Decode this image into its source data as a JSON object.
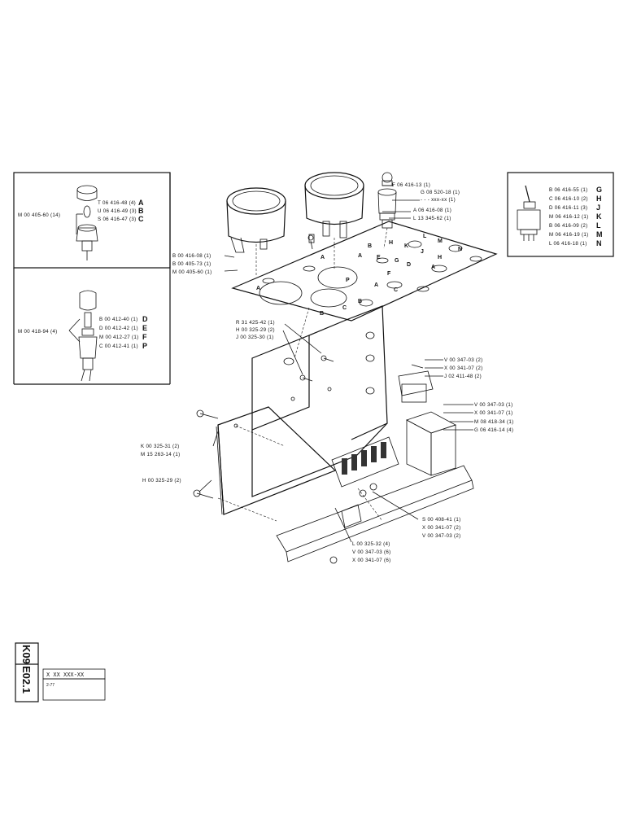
{
  "sheet": {
    "code1": "K09",
    "code2": "E02.1"
  },
  "title_block": {
    "part_number": "X XX XXX-XX",
    "small_note": "2-77"
  },
  "box_top_left": {
    "main": "M 00 405-60 (14)",
    "items": [
      {
        "code": "T 06 416-48 (4)",
        "letter": "A"
      },
      {
        "code": "U 06 416-49 (3)",
        "letter": "B"
      },
      {
        "code": "S 06 416-47 (3)",
        "letter": "C"
      }
    ]
  },
  "box_mid_left": {
    "main": "M 00 418-94 (4)",
    "items": [
      {
        "code": "B 00 412-40 (1)",
        "letter": "D"
      },
      {
        "code": "D 00 412-42 (1)",
        "letter": "E"
      },
      {
        "code": "M 00 412-27 (1)",
        "letter": "F"
      },
      {
        "code": "C 00 412-41 (1)",
        "letter": "P"
      }
    ]
  },
  "box_right": {
    "items": [
      {
        "code": "B 06 416-55 (1)",
        "letter": "G"
      },
      {
        "code": "C 06 416-10 (2)",
        "letter": "H"
      },
      {
        "code": "D 06 416-11 (3)",
        "letter": "J"
      },
      {
        "code": "M 06 416-12 (1)",
        "letter": "K"
      },
      {
        "code": "B 06 416-09 (2)",
        "letter": "L"
      },
      {
        "code": "M 06 416-19 (1)",
        "letter": "M"
      },
      {
        "code": "L 06 416-18 (1)",
        "letter": "N"
      }
    ]
  },
  "callouts": {
    "top_right": [
      "F 06 416-13 (1)",
      "G 08 520-18 (1)",
      "- - - xxx-xx (1)",
      "A 06 416-08 (1)",
      "L 13 345-62 (1)"
    ],
    "gauge_left": [
      "B 00 416-08 (1)",
      "B 00 405-73 (1)",
      "M 00 405-60 (1)"
    ],
    "bracket": [
      "R 31 425-42 (1)",
      "H 00 325-29 (2)",
      "J 00 325-30 (1)"
    ],
    "relay_top": [
      "V 00 347-03 (2)",
      "X 00 341-07 (2)",
      "J 02 411-48 (2)"
    ],
    "relay_right": [
      "V 00 347-03 (1)",
      "X 00 341-07 (1)",
      "M 08 418-34 (1)",
      "G 06 416-14 (4)"
    ],
    "board_left": [
      "K 00 325-31 (2)",
      "M 15 263-14 (1)"
    ],
    "board_bottom": "H 00 325-29 (2)",
    "bottom_right": [
      "S 00 408-41 (1)",
      "X 00 341-07 (2)",
      "V 00 347-03 (2)"
    ],
    "bottom_center": [
      "L 00 325-32 (4)",
      "V 00 347-03 (6)",
      "X 00 341-07 (6)"
    ]
  },
  "panel_letters": [
    "A",
    "B",
    "C",
    "D",
    "E",
    "F",
    "G",
    "H",
    "J",
    "K",
    "L",
    "M",
    "N",
    "P"
  ]
}
